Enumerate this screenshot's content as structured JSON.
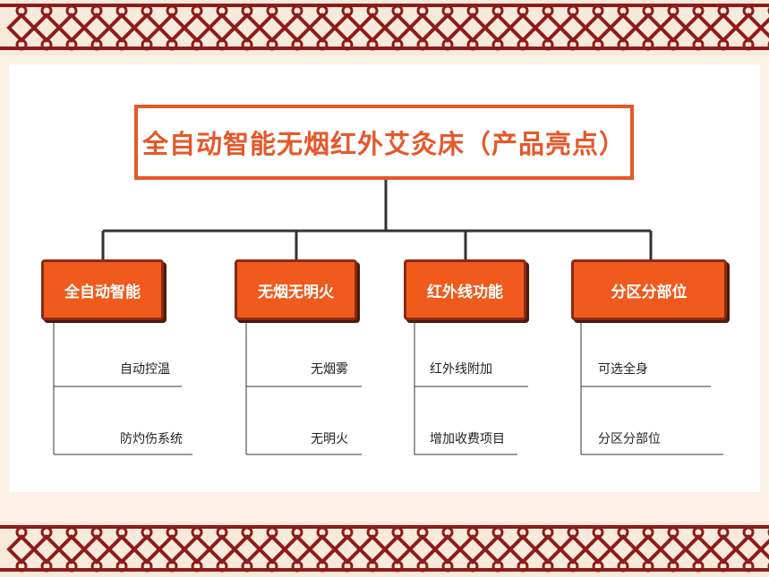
{
  "title": "全自动智能无烟红外艾灸床（产品亮点）",
  "categories": [
    {
      "label": "全自动智能",
      "items": [
        "自动控温",
        "防灼伤系统"
      ]
    },
    {
      "label": "无烟无明火",
      "items": [
        "无烟雾",
        "无明火"
      ]
    },
    {
      "label": "红外线功能",
      "items": [
        "红外线附加",
        "增加收费项目"
      ]
    },
    {
      "label": "分区分部位",
      "items": [
        "可选全身",
        "分区分部位"
      ]
    }
  ],
  "colors": {
    "accent": "#e5582a",
    "box_fill": "#f05a1c",
    "box_border": "#8a2a12",
    "knot": "#8e1b1b",
    "line": "#333333"
  }
}
